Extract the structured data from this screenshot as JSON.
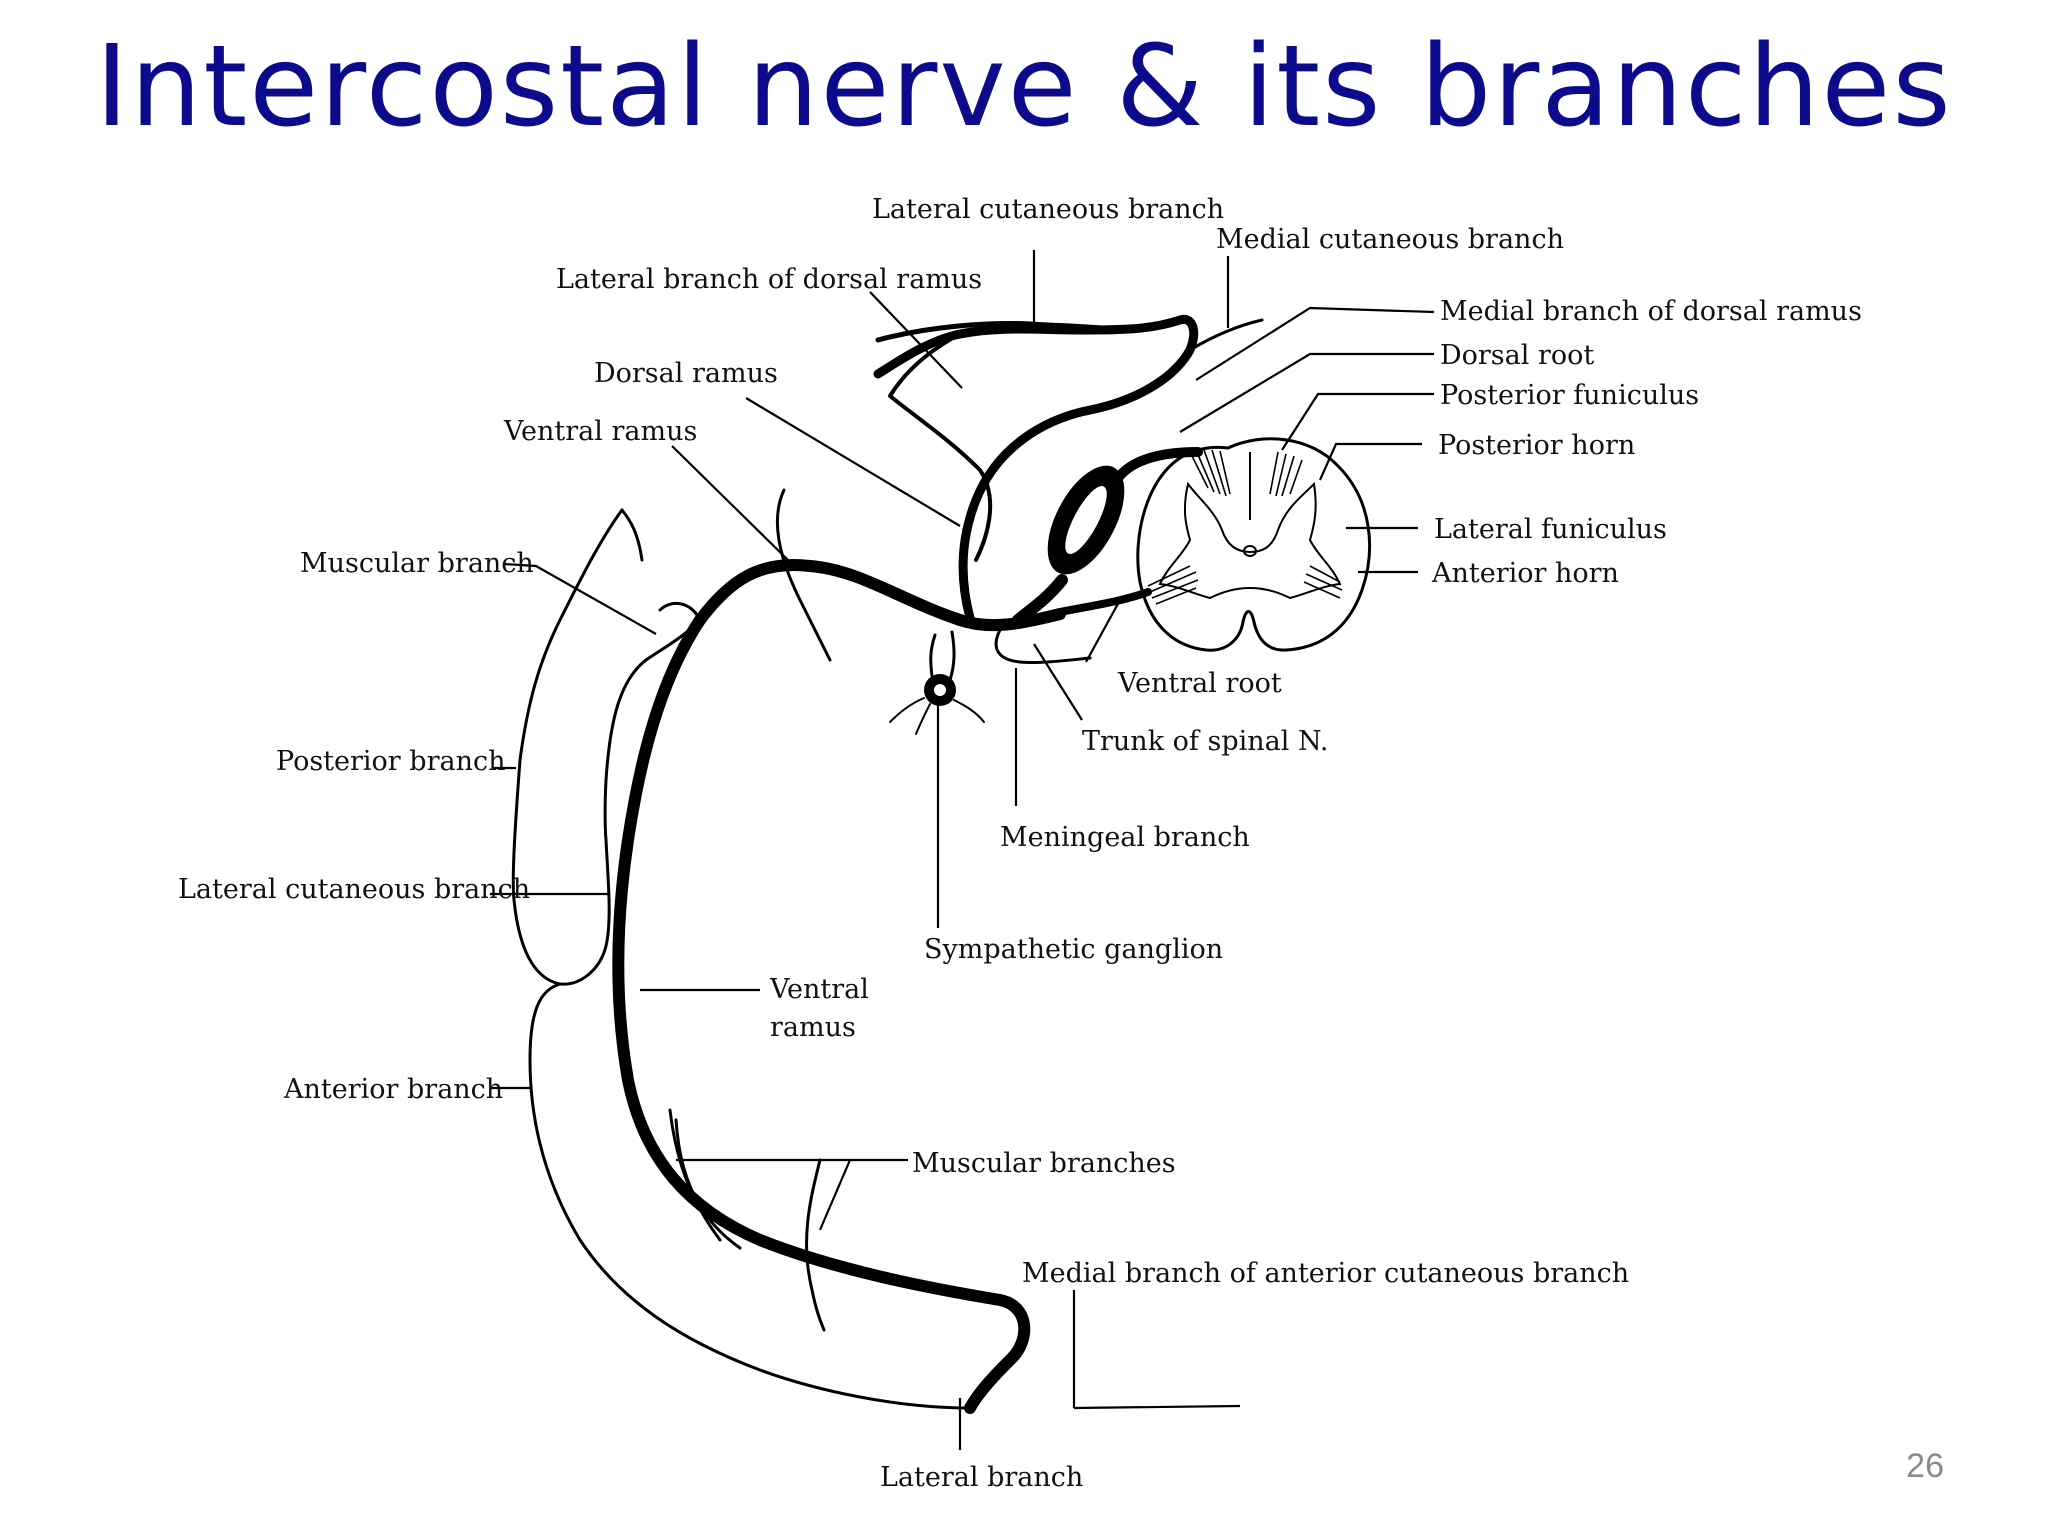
{
  "slide": {
    "title": "Intercostal nerve & its branches",
    "page_number": "26",
    "title_color": "#0b0b8c"
  },
  "diagram": {
    "labels": {
      "lateral_cutaneous_branch_top": "Lateral cutaneous branch",
      "medial_cutaneous_branch": "Medial cutaneous branch",
      "lateral_branch_of_dorsal_ramus": "Lateral branch of dorsal ramus",
      "medial_branch_of_dorsal_ramus": "Medial branch of dorsal ramus",
      "dorsal_root": "Dorsal root",
      "posterior_funiculus": "Posterior funiculus",
      "dorsal_ramus": "Dorsal ramus",
      "posterior_horn": "Posterior horn",
      "ventral_ramus_top": "Ventral ramus",
      "lateral_funiculus": "Lateral funiculus",
      "anterior_horn": "Anterior horn",
      "muscular_branch": "Muscular branch",
      "ventral_root": "Ventral root",
      "trunk_of_spinal_n": "Trunk of spinal N.",
      "posterior_branch": "Posterior branch",
      "meningeal_branch": "Meningeal branch",
      "lateral_cutaneous_branch_side": "Lateral cutaneous branch",
      "sympathetic_ganglion": "Sympathetic ganglion",
      "ventral_ramus_lower_line1": "Ventral",
      "ventral_ramus_lower_line2": "ramus",
      "anterior_branch": "Anterior branch",
      "muscular_branches": "Muscular branches",
      "medial_branch_of_anterior_cutaneous_branch": "Medial branch of anterior cutaneous branch",
      "lateral_branch": "Lateral branch"
    }
  }
}
